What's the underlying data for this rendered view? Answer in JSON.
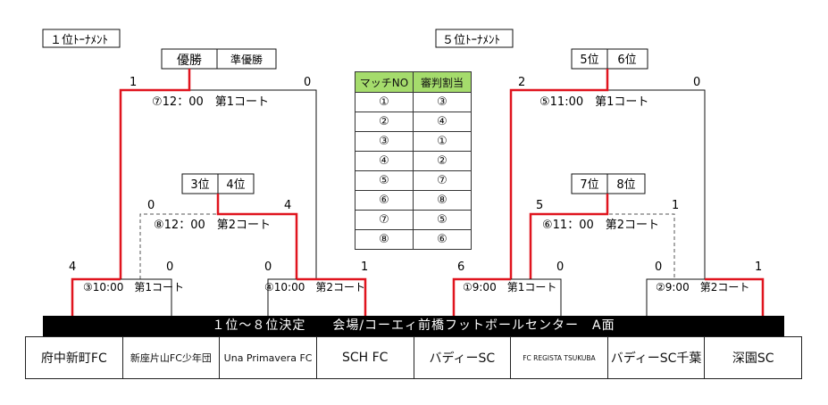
{
  "titles": {
    "left": "１位ﾄｰﾅﾒﾝﾄ",
    "right": "５位ﾄｰﾅﾒﾝﾄ"
  },
  "placeholders": {
    "champion": "優勝",
    "runner_up": "準優勝",
    "third": "3位",
    "fourth": "4位",
    "fifth": "5位",
    "sixth": "6位",
    "seventh": "7位",
    "eighth": "8位"
  },
  "matches": {
    "m1": {
      "label": "①9:00　第1コート"
    },
    "m2": {
      "label": "②9:00　第2コート"
    },
    "m3": {
      "label": "③10:00　第1コート"
    },
    "m4": {
      "label": "④10:00　第2コート"
    },
    "m5": {
      "label": "⑤11:00　第1コート"
    },
    "m6": {
      "label": "⑥11：00　第2コート"
    },
    "m7": {
      "label": "⑦12：00　第1コート"
    },
    "m8": {
      "label": "⑧12：00　第2コート"
    }
  },
  "scores": {
    "m3_left": "4",
    "m3_right": "0",
    "m4_left": "0",
    "m4_right": "1",
    "m1_left": "6",
    "m1_right": "0",
    "m2_left": "0",
    "m2_right": "1",
    "m7_left": "1",
    "m7_right": "0",
    "m8_left": "0",
    "m8_right": "4",
    "m5_left": "2",
    "m5_right": "0",
    "m6_left": "5",
    "m6_right": "1"
  },
  "referee_table": {
    "headers": [
      "マッチNO",
      "審判割当"
    ],
    "rows": [
      [
        "①",
        "③"
      ],
      [
        "②",
        "④"
      ],
      [
        "③",
        "①"
      ],
      [
        "④",
        "②"
      ],
      [
        "⑤",
        "⑦"
      ],
      [
        "⑥",
        "⑧"
      ],
      [
        "⑦",
        "⑤"
      ],
      [
        "⑧",
        "⑥"
      ]
    ]
  },
  "banner": "１位～８位決定　　会場/コーエィ前橋フットボールセンター　A面",
  "teams": [
    "府中新町FC",
    "新座片山FC少年団",
    "Una Primavera FC",
    "SCH FC",
    "バディーSC",
    "FC REGISTA TSUKUBA",
    "バディーSC千葉",
    "深園SC"
  ],
  "colors": {
    "winner_line": "#e0141e",
    "line": "#111111",
    "header_bg": "#a5dc6c"
  }
}
